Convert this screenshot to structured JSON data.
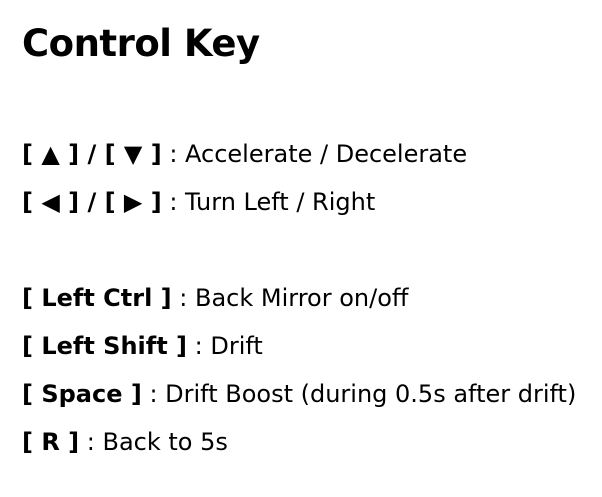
{
  "title": "Control Key",
  "controls": [
    {
      "key": "[ ▲ ] / [ ▼ ]",
      "separator": " : ",
      "description": "Accelerate / Decelerate"
    },
    {
      "key": "[ ◀ ] / [ ▶ ]",
      "separator": " : ",
      "description": "Turn Left / Right"
    },
    {
      "key": "[ Left Ctrl ]",
      "separator": " : ",
      "description": "Back Mirror on/off"
    },
    {
      "key": "[ Left Shift ]",
      "separator": " : ",
      "description": "Drift"
    },
    {
      "key": "[ Space ]",
      "separator": " : ",
      "description": "Drift Boost (during 0.5s after drift)"
    },
    {
      "key": "[ R ]",
      "separator": " : ",
      "description": "Back to 5s"
    }
  ]
}
